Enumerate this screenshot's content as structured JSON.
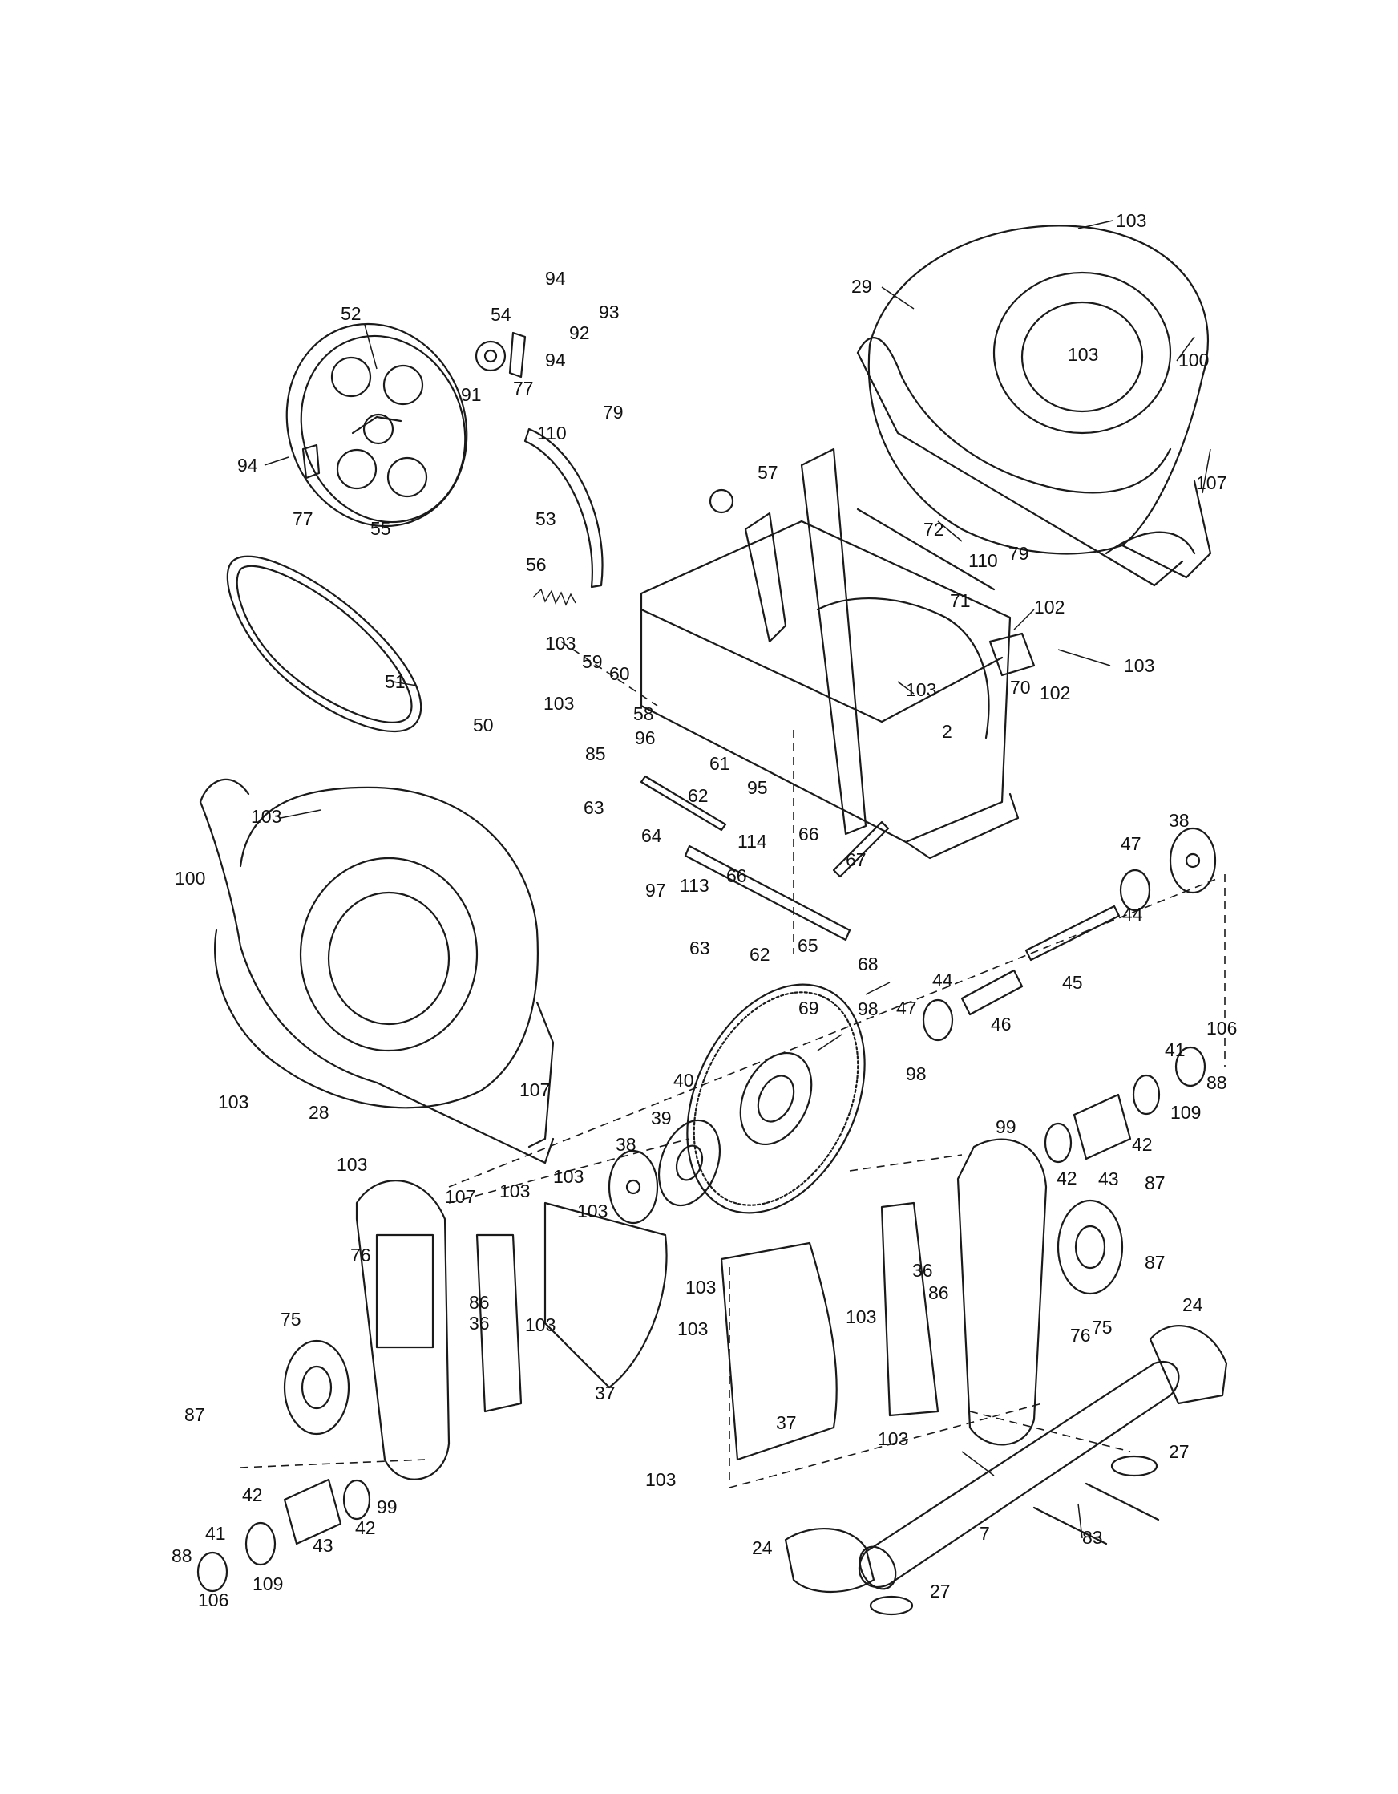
{
  "colors": {
    "line": "#1a1a1a",
    "background": "#ffffff"
  },
  "labels": [
    {
      "id": "l103a",
      "text": "103"
    },
    {
      "id": "l29",
      "text": "29"
    },
    {
      "id": "l103b",
      "text": "103"
    },
    {
      "id": "l100a",
      "text": "100"
    },
    {
      "id": "l107a",
      "text": "107"
    },
    {
      "id": "l94a",
      "text": "94"
    },
    {
      "id": "l93",
      "text": "93"
    },
    {
      "id": "l92",
      "text": "92"
    },
    {
      "id": "l54",
      "text": "54"
    },
    {
      "id": "l94b",
      "text": "94"
    },
    {
      "id": "l52",
      "text": "52"
    },
    {
      "id": "l91",
      "text": "91"
    },
    {
      "id": "l77a",
      "text": "77"
    },
    {
      "id": "l79a",
      "text": "79"
    },
    {
      "id": "l110a",
      "text": "110"
    },
    {
      "id": "l94c",
      "text": "94"
    },
    {
      "id": "l77b",
      "text": "77"
    },
    {
      "id": "l55",
      "text": "55"
    },
    {
      "id": "l53",
      "text": "53"
    },
    {
      "id": "l57",
      "text": "57"
    },
    {
      "id": "l72",
      "text": "72"
    },
    {
      "id": "l110b",
      "text": "110"
    },
    {
      "id": "l79b",
      "text": "79"
    },
    {
      "id": "l71",
      "text": "71"
    },
    {
      "id": "l102a",
      "text": "102"
    },
    {
      "id": "l103c",
      "text": "103"
    },
    {
      "id": "l70",
      "text": "70"
    },
    {
      "id": "l102b",
      "text": "102"
    },
    {
      "id": "l56",
      "text": "56"
    },
    {
      "id": "l51",
      "text": "51"
    },
    {
      "id": "l103d",
      "text": "103"
    },
    {
      "id": "l59",
      "text": "59"
    },
    {
      "id": "l60",
      "text": "60"
    },
    {
      "id": "l58",
      "text": "58"
    },
    {
      "id": "l50",
      "text": "50"
    },
    {
      "id": "l103e",
      "text": "103"
    },
    {
      "id": "l85",
      "text": "85"
    },
    {
      "id": "l96",
      "text": "96"
    },
    {
      "id": "l103f",
      "text": "103"
    },
    {
      "id": "l2",
      "text": "2"
    },
    {
      "id": "l61",
      "text": "61"
    },
    {
      "id": "l62a",
      "text": "62"
    },
    {
      "id": "l63a",
      "text": "63"
    },
    {
      "id": "l64",
      "text": "64"
    },
    {
      "id": "l95",
      "text": "95"
    },
    {
      "id": "l114",
      "text": "114"
    },
    {
      "id": "l103g",
      "text": "103"
    },
    {
      "id": "l100b",
      "text": "100"
    },
    {
      "id": "l38a",
      "text": "38"
    },
    {
      "id": "l47a",
      "text": "47"
    },
    {
      "id": "l44a",
      "text": "44"
    },
    {
      "id": "l66a",
      "text": "66"
    },
    {
      "id": "l67",
      "text": "67"
    },
    {
      "id": "l97",
      "text": "97"
    },
    {
      "id": "l113",
      "text": "113"
    },
    {
      "id": "l66b",
      "text": "66"
    },
    {
      "id": "l63b",
      "text": "63"
    },
    {
      "id": "l62b",
      "text": "62"
    },
    {
      "id": "l65",
      "text": "65"
    },
    {
      "id": "l68",
      "text": "68"
    },
    {
      "id": "l45",
      "text": "45"
    },
    {
      "id": "l69",
      "text": "69"
    },
    {
      "id": "l44b",
      "text": "44"
    },
    {
      "id": "l47b",
      "text": "47"
    },
    {
      "id": "l46",
      "text": "46"
    },
    {
      "id": "l98a",
      "text": "98"
    },
    {
      "id": "l106a",
      "text": "106"
    },
    {
      "id": "l41a",
      "text": "41"
    },
    {
      "id": "l88a",
      "text": "88"
    },
    {
      "id": "l40",
      "text": "40"
    },
    {
      "id": "l98b",
      "text": "98"
    },
    {
      "id": "l109a",
      "text": "109"
    },
    {
      "id": "l107b",
      "text": "107"
    },
    {
      "id": "l103h",
      "text": "103"
    },
    {
      "id": "l28",
      "text": "28"
    },
    {
      "id": "l39",
      "text": "39"
    },
    {
      "id": "l99a",
      "text": "99"
    },
    {
      "id": "l42a",
      "text": "42"
    },
    {
      "id": "l42b",
      "text": "42"
    },
    {
      "id": "l43a",
      "text": "43"
    },
    {
      "id": "l38b",
      "text": "38"
    },
    {
      "id": "l103i",
      "text": "103"
    },
    {
      "id": "l107c",
      "text": "107"
    },
    {
      "id": "l103j",
      "text": "103"
    },
    {
      "id": "l103k",
      "text": "103"
    },
    {
      "id": "l103l",
      "text": "103"
    },
    {
      "id": "l87a",
      "text": "87"
    },
    {
      "id": "l87b",
      "text": "87"
    },
    {
      "id": "l76a",
      "text": "76"
    },
    {
      "id": "l36a",
      "text": "36"
    },
    {
      "id": "l103m",
      "text": "103"
    },
    {
      "id": "l86a",
      "text": "86"
    },
    {
      "id": "l103n",
      "text": "103"
    },
    {
      "id": "l103o",
      "text": "103"
    },
    {
      "id": "l103p",
      "text": "103"
    },
    {
      "id": "l75a",
      "text": "75"
    },
    {
      "id": "l86b",
      "text": "86"
    },
    {
      "id": "l75b",
      "text": "75"
    },
    {
      "id": "l36b",
      "text": "36"
    },
    {
      "id": "l24a",
      "text": "24"
    },
    {
      "id": "l76b",
      "text": "76"
    },
    {
      "id": "l87c",
      "text": "87"
    },
    {
      "id": "l37a",
      "text": "37"
    },
    {
      "id": "l37b",
      "text": "37"
    },
    {
      "id": "l103q",
      "text": "103"
    },
    {
      "id": "l27a",
      "text": "27"
    },
    {
      "id": "l103r",
      "text": "103"
    },
    {
      "id": "l42c",
      "text": "42"
    },
    {
      "id": "l99b",
      "text": "99"
    },
    {
      "id": "l42d",
      "text": "42"
    },
    {
      "id": "l43b",
      "text": "43"
    },
    {
      "id": "l7",
      "text": "7"
    },
    {
      "id": "l41b",
      "text": "41"
    },
    {
      "id": "l88b",
      "text": "88"
    },
    {
      "id": "l109b",
      "text": "109"
    },
    {
      "id": "l24b",
      "text": "24"
    },
    {
      "id": "l83",
      "text": "83"
    },
    {
      "id": "l106b",
      "text": "106"
    },
    {
      "id": "l27b",
      "text": "27"
    }
  ]
}
